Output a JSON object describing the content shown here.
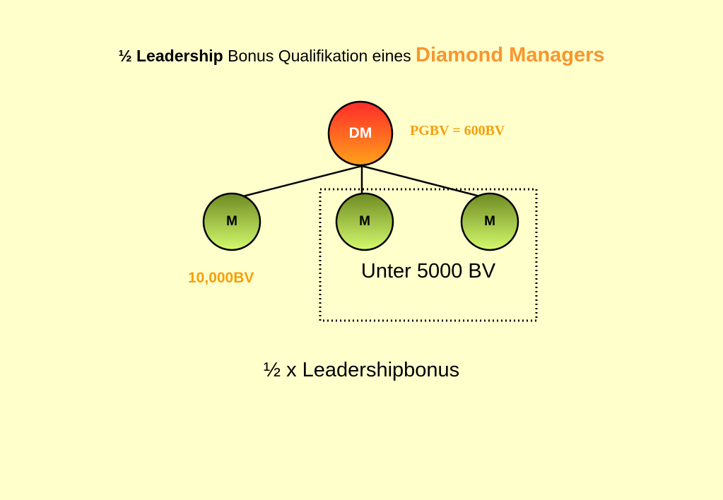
{
  "title": {
    "part_bold": "½ Leadership",
    "part_normal": " Bonus Qualifikation eines ",
    "part_accent": "Diamond Managers"
  },
  "nodes": {
    "root": {
      "label": "DM",
      "annotation": "PGBV = 600BV"
    },
    "left": {
      "label": "M",
      "annotation": "10,000BV"
    },
    "middle": {
      "label": "M"
    },
    "right": {
      "label": "M"
    }
  },
  "box_label": "Unter 5000 BV",
  "footer": "½ x Leadershipbonus",
  "colors": {
    "background": "#FFFFCC",
    "accent": "#F7962F",
    "annotation": "#F5A00D",
    "root_top": "#FF2A2A",
    "root_bottom": "#FFA21A",
    "leaf_top": "#6E8A22",
    "leaf_bottom": "#D4FA6E"
  }
}
